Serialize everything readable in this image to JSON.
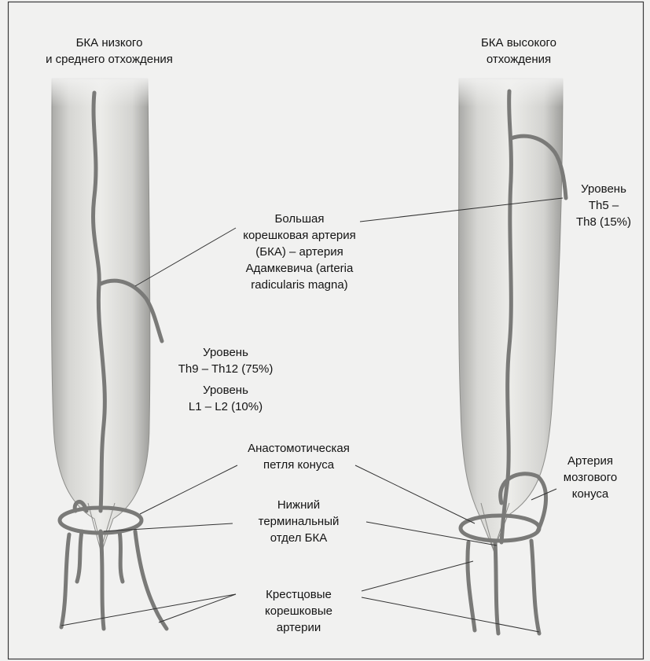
{
  "left_heading": [
    "БКА низкого",
    "и среднего отхождения"
  ],
  "right_heading": [
    "БКА высокого",
    "отхождения"
  ],
  "labels": {
    "bka": [
      "Большая",
      "корешковая артерия",
      "(БКА) – артерия",
      "Адамкевича (arteria",
      "radicularis magna)"
    ],
    "level_th5": [
      "Уровень",
      "Th5 –",
      "Th8 (15%)"
    ],
    "level_th9": [
      "Уровень",
      "Th9 – Th12 (75%)"
    ],
    "level_l1": [
      "Уровень",
      "L1 – L2 (10%)"
    ],
    "anastomotic": [
      "Анастомотическая",
      "петля конуса"
    ],
    "conus_artery": [
      "Артерия",
      "мозгового",
      "конуса"
    ],
    "terminal": [
      "Нижний",
      "терминальный",
      "отдел БКА"
    ],
    "sacral": [
      "Крестцовые",
      "корешковые",
      "артерии"
    ]
  },
  "colors": {
    "frame": "#3a3a3a",
    "cord_fill": "#e3e3e1",
    "cord_shade": "#bdbdba",
    "vessel": "#7a7a78",
    "leader": "#333333"
  }
}
